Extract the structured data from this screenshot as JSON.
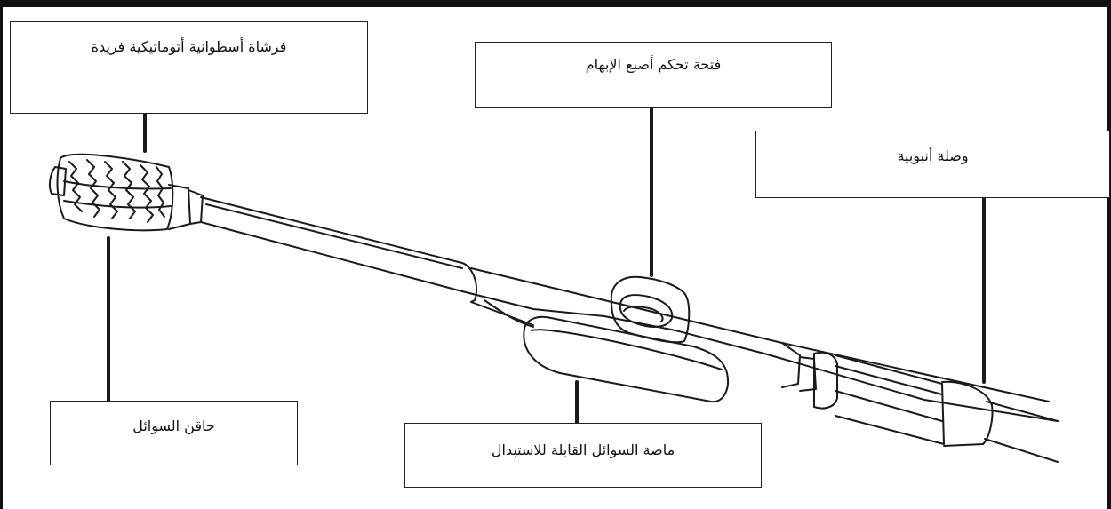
{
  "labels": {
    "brush": "فرشاة أسطوانية أتوماتيكية فريدة",
    "thumb_control": "فتحة تحكم أصبع الإبهام",
    "tube_connector": "وصلة أنبوبية",
    "fluid_squeegee": "حاقن السوائل",
    "replaceable_pad": "ماصة السوائل القابلة للاستبدال"
  }
}
